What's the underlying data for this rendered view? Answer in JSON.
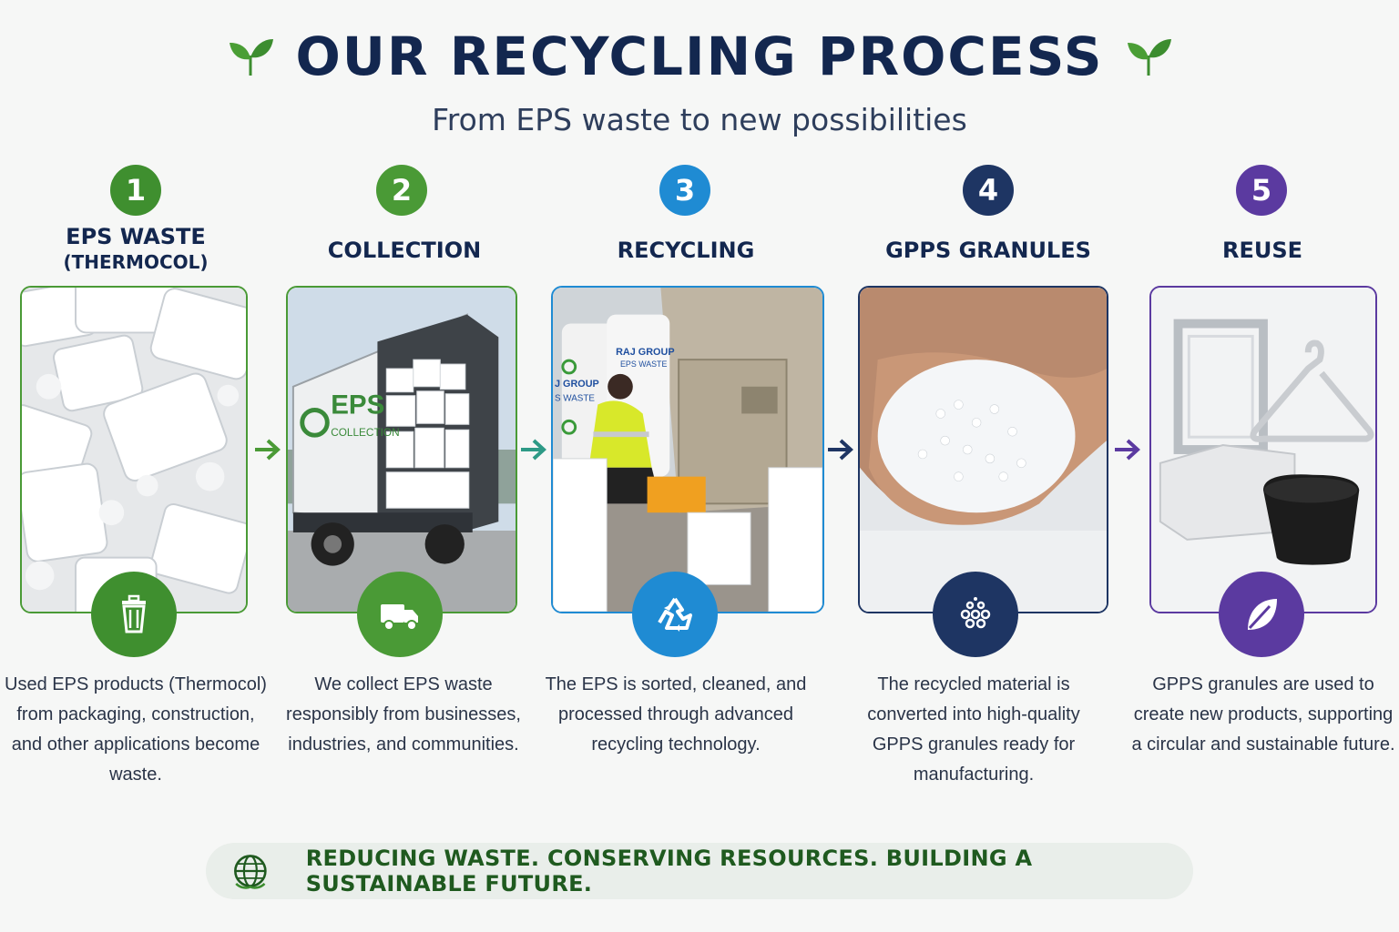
{
  "header": {
    "title": "OUR RECYCLING PROCESS",
    "subtitle": "From EPS waste to new possibilities",
    "decoration_icon": "leaf-sprout-icon"
  },
  "steps": [
    {
      "number": "1",
      "title": "EPS WASTE",
      "title_sub": "(THERMOCOL)",
      "color": "#3f8f2f",
      "badge_icon": "trash-bin-icon",
      "description": "Used EPS products (Thermocol) from packaging, construction, and other applications become waste."
    },
    {
      "number": "2",
      "title": "COLLECTION",
      "color": "#4a9a36",
      "badge_icon": "truck-icon",
      "truck_label": "EPS",
      "truck_label_sub": "COLLECTION",
      "description": "We collect EPS waste responsibly from businesses, industries, and communities."
    },
    {
      "number": "3",
      "title": "RECYCLING",
      "color": "#1f8bd3",
      "badge_icon": "recycle-icon",
      "bag_label_1": "RAJ GROUP",
      "bag_label_1_sub": "EPS WASTE",
      "bag_label_2": "J GROUP",
      "bag_label_2_sub": "S WASTE",
      "description": "The EPS is sorted, cleaned, and processed through advanced recycling technology."
    },
    {
      "number": "4",
      "title": "GPPS GRANULES",
      "color": "#1e3563",
      "badge_icon": "granules-icon",
      "description": "The recycled material is converted into high-quality GPPS granules ready for manufacturing."
    },
    {
      "number": "5",
      "title": "REUSE",
      "color": "#5b3aa0",
      "badge_icon": "leaf-icon",
      "description": "GPPS granules are used to create new products, supporting a circular and sustainable future."
    }
  ],
  "footer": {
    "icon": "globe-icon",
    "text": "REDUCING WASTE. CONSERVING RESOURCES. BUILDING A SUSTAINABLE FUTURE."
  }
}
